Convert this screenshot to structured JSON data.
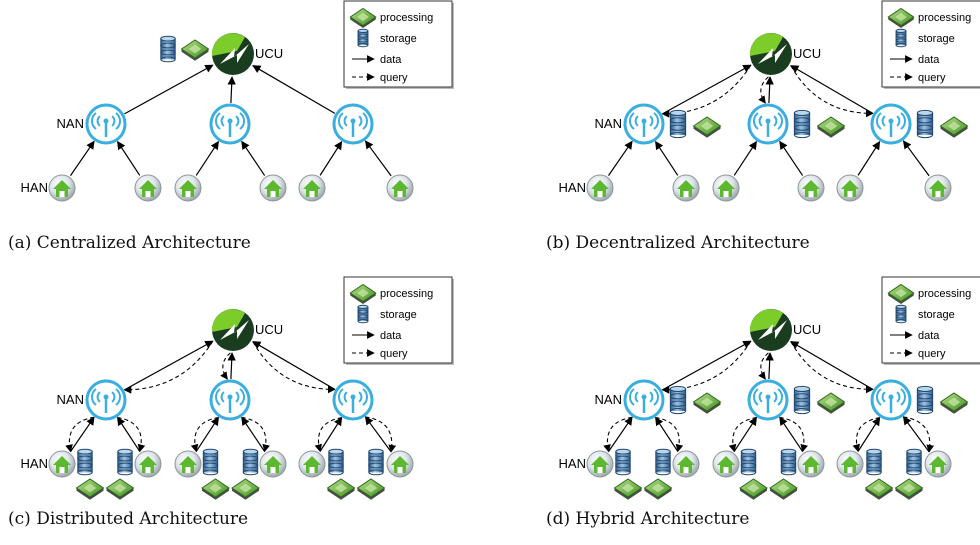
{
  "colors": {
    "nan": "#3aaee0",
    "home_green": "#5cb82e",
    "ucu_dark": "#1b3d1f",
    "ucu_green": "#7ccc2a",
    "storage_blue": "#4f86b8",
    "processing_green": "#68b83a"
  },
  "labels": {
    "ucu": "UCU",
    "nan": "NAN",
    "han": "HAN"
  },
  "legend": {
    "processing": "processing",
    "storage": "storage",
    "data": "data",
    "query": "query"
  },
  "panels": [
    {
      "id": "a",
      "caption": "(a) Centralized Architecture"
    },
    {
      "id": "b",
      "caption": "(b) Decentralized Architecture"
    },
    {
      "id": "c",
      "caption": "(c) Distributed Architecture"
    },
    {
      "id": "d",
      "caption": "(d) Hybrid Architecture"
    }
  ]
}
